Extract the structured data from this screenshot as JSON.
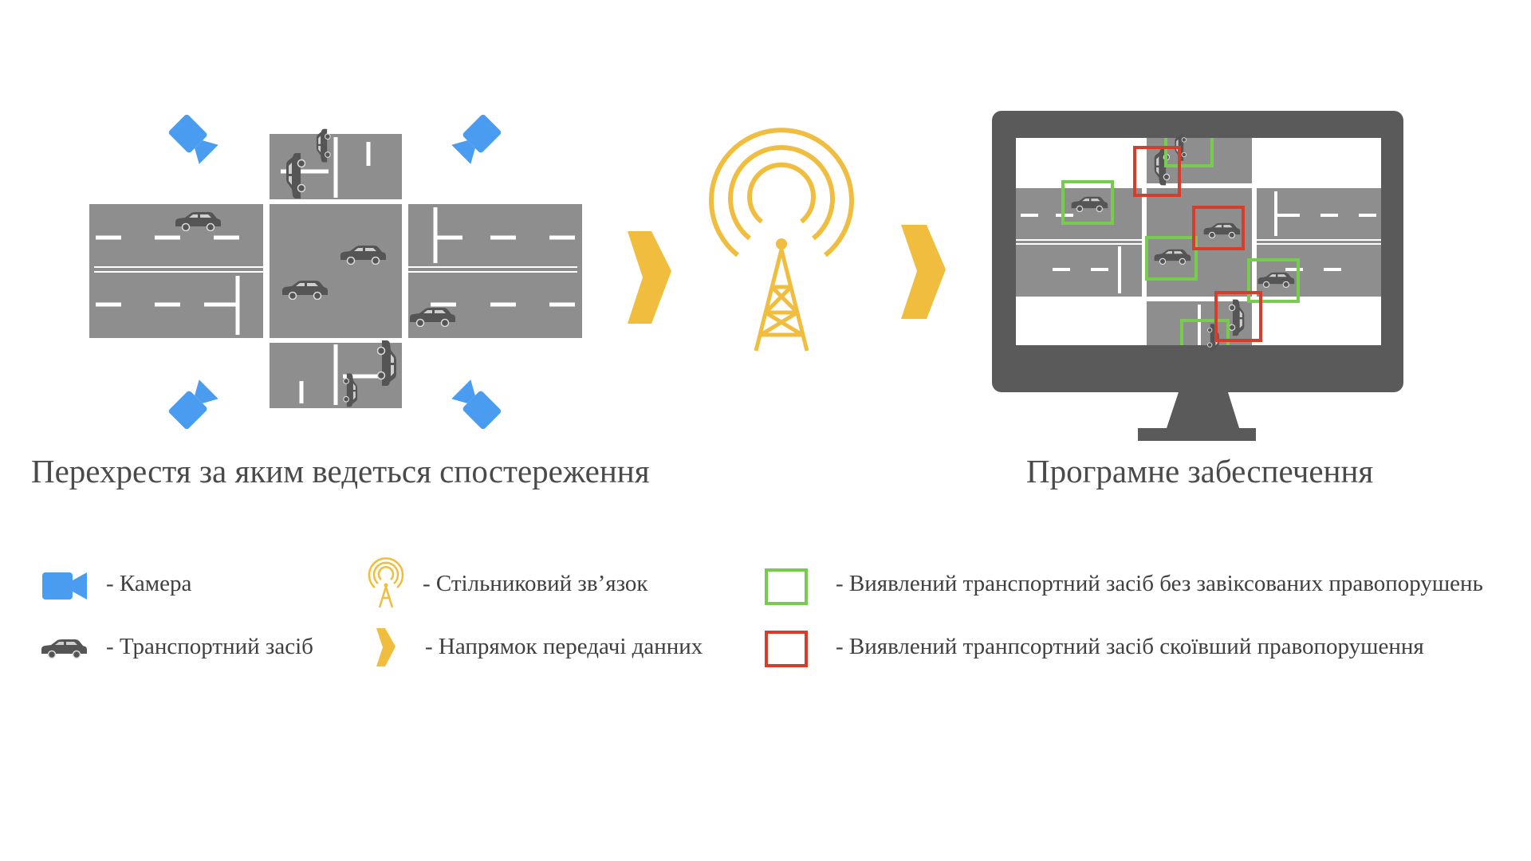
{
  "colors": {
    "road": "#8e8e8e",
    "marking": "#ffffff",
    "camera": "#4a9cf0",
    "signal": "#f0bd3f",
    "car": "#555555",
    "monitor": "#5a5a5a",
    "ok_box": "#77cc4e",
    "violation_box": "#d83c2a"
  },
  "captions": {
    "intersection": "Перехрестя за яким ведеться спостереження",
    "software": "Програмне забеспечення"
  },
  "legend": {
    "camera": "- Камера",
    "vehicle": "- Транспортний засіб",
    "cellular": "- Стільниковий зв’язок",
    "direction": "- Напрямок передачі данних",
    "ok_vehicle": "- Виявлений транспортний засіб без завіксованих правопорушень",
    "violation_vehicle": "- Виявлений транпсортний засіб скоївший правопорушення"
  }
}
